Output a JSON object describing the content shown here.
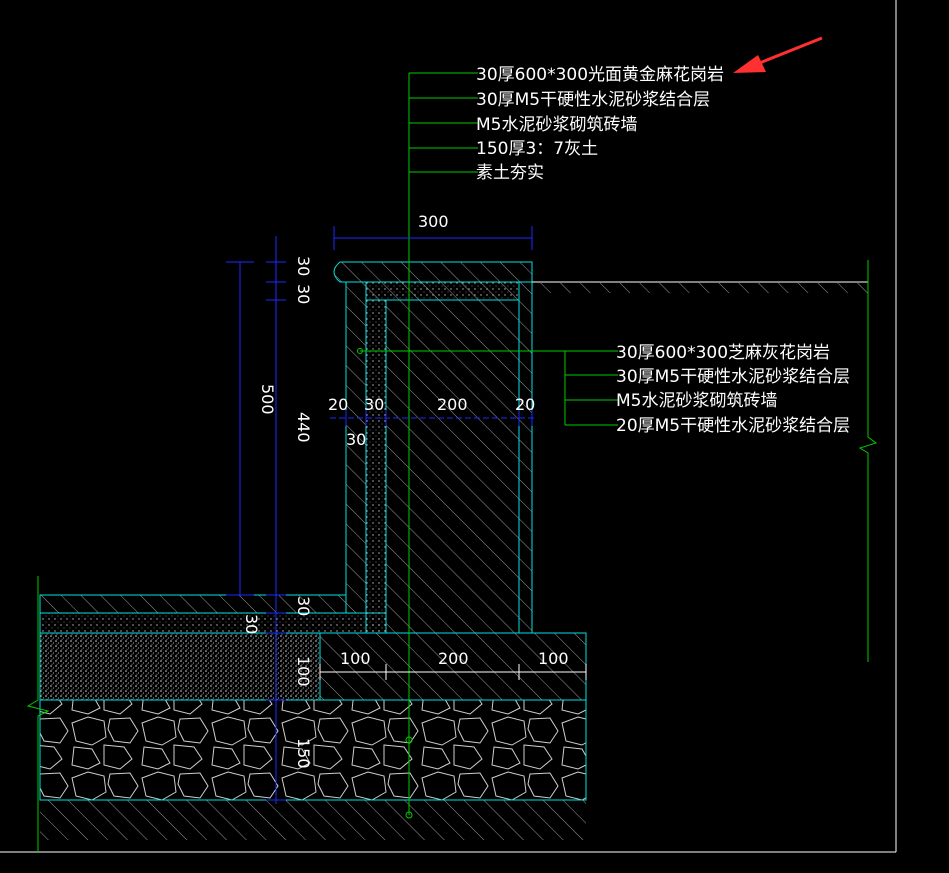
{
  "colors": {
    "background": "#000000",
    "leader": "#00cc00",
    "outline": "#00e0e0",
    "dimension": "#1a2cff",
    "text": "#ffffff",
    "hatch": "#9a9a9a",
    "arrow": "#ff3030"
  },
  "top_callout": [
    "30厚600*300光面黄金麻花岗岩",
    "30厚M5干硬性水泥砂浆结合层",
    "M5水泥砂浆砌筑砖墙",
    "150厚3：7灰土",
    "素土夯实"
  ],
  "right_callout": [
    "30厚600*300芝麻灰花岗岩",
    "30厚M5干硬性水泥砂浆结合层",
    "M5水泥砂浆砌筑砖墙",
    "20厚M5干硬性水泥砂浆结合层"
  ],
  "dimensions": {
    "top_width": "300",
    "cap_30_a": "30",
    "cap_30_b": "30",
    "height_500": "500",
    "height_440": "440",
    "wall_20_left": "20",
    "wall_30_left": "30",
    "wall_200": "200",
    "wall_20_right": "20",
    "wall_30_below": "30",
    "floor_30_a": "30",
    "floor_30_b": "30",
    "floor_100": "100",
    "floor_150": "150",
    "footing_100_left": "100",
    "footing_200": "200",
    "footing_100_right": "100"
  }
}
